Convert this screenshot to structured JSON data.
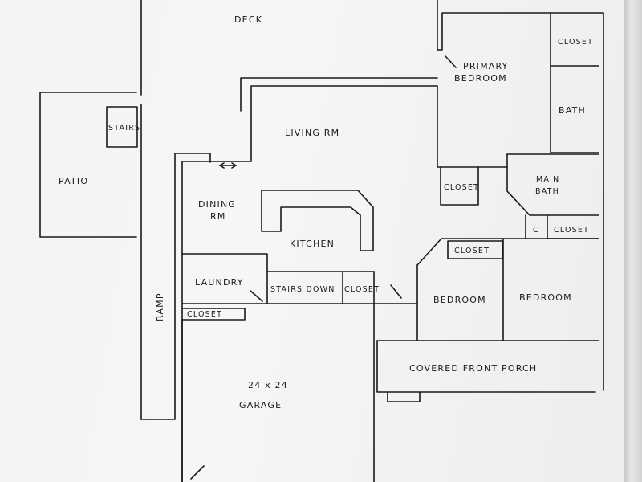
{
  "rooms": {
    "deck": "DECK",
    "primary_bedroom_line1": "PRIMARY",
    "primary_bedroom_line2": "BEDROOM",
    "closet_top_right": "CLOSET",
    "bath": "BATH",
    "stairs": "STAIRS",
    "living": "LIVING RM",
    "patio": "PATIO",
    "closet_left": "CLOSET",
    "main_bath_line1": "MAIN",
    "main_bath_line2": "BATH",
    "dining_line1": "DINING",
    "dining_line2": "RM",
    "c_closet": "C",
    "closet_c_right": "CLOSET",
    "kitchen": "KITCHEN",
    "closet_above_bed": "CLOSET",
    "laundry": "LAUNDRY",
    "stairs_down": "STAIRS DOWN",
    "closet_stairs": "CLOSET",
    "bedroom_1": "BEDROOM",
    "bedroom_2": "BEDROOM",
    "ramp": "RAMP",
    "closet_garage": "CLOSET",
    "covered_porch": "COVERED FRONT PORCH",
    "garage_size": "24 x 24",
    "garage": "GARAGE"
  }
}
